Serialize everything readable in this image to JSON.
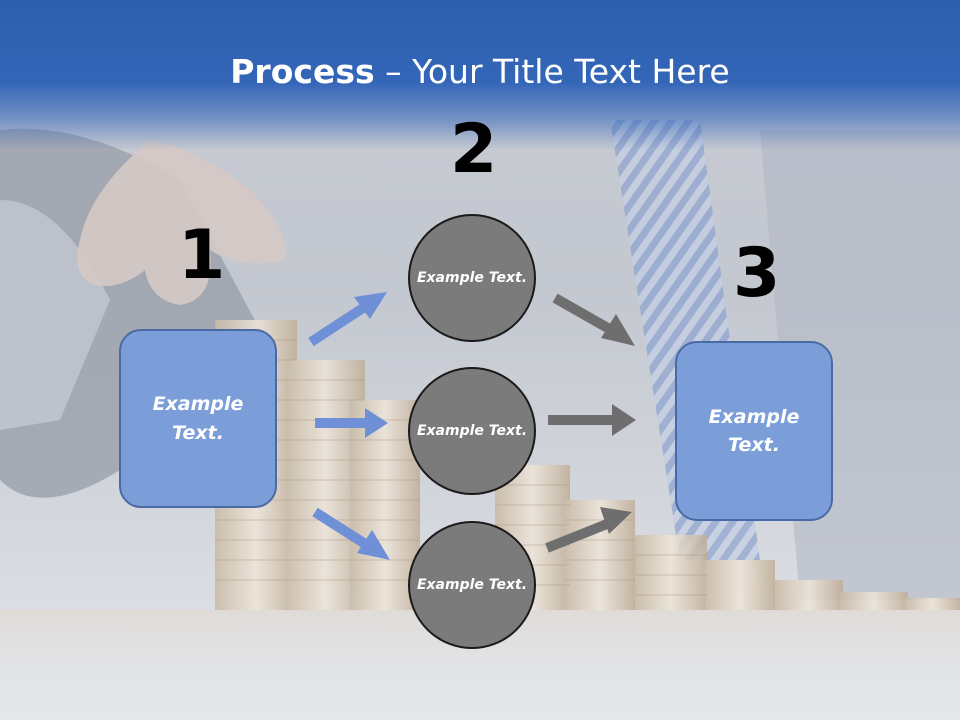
{
  "title": {
    "bold": "Process",
    "rest": " – Your Title Text Here"
  },
  "step_numbers": [
    "1",
    "2",
    "3"
  ],
  "left_box": {
    "text": "Example Text."
  },
  "right_box": {
    "text": "Example Text."
  },
  "circles": [
    {
      "text": "Example Text."
    },
    {
      "text": "Example Text."
    },
    {
      "text": "Example Text."
    }
  ],
  "colors": {
    "title_band": "#3466b8",
    "box_fill": "#7b9ed8",
    "circle_fill": "#7b7b7b",
    "blue_arrow": "#6f8fd6",
    "gray_arrow": "#6e6e6e"
  }
}
